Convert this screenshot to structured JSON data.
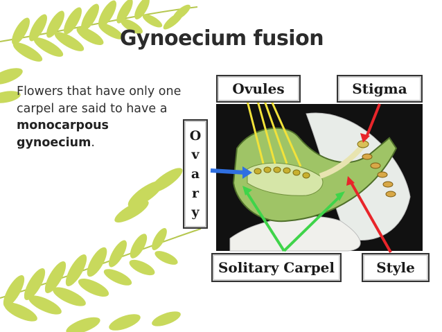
{
  "slide": {
    "title": "Gynoecium fusion",
    "text_before": "Flowers that have only one carpel are said to have a ",
    "text_bold": "monocarpous gynoecium",
    "text_after": "."
  },
  "diagram": {
    "labels": {
      "ovules": "Ovules",
      "stigma": "Stigma",
      "ovary_letters": [
        "O",
        "v",
        "a",
        "r",
        "y"
      ],
      "solitary_carpel": "Solitary Carpel",
      "style": "Style"
    },
    "arrow_colors": {
      "ovules": "#f2e23a",
      "stigma": "#e8252a",
      "ovary": "#2f6fe0",
      "carpel": "#3fd44a",
      "style": "#e8252a"
    }
  },
  "colors": {
    "fern": "#b9cf3a",
    "fern_dark": "#9ab02a"
  }
}
